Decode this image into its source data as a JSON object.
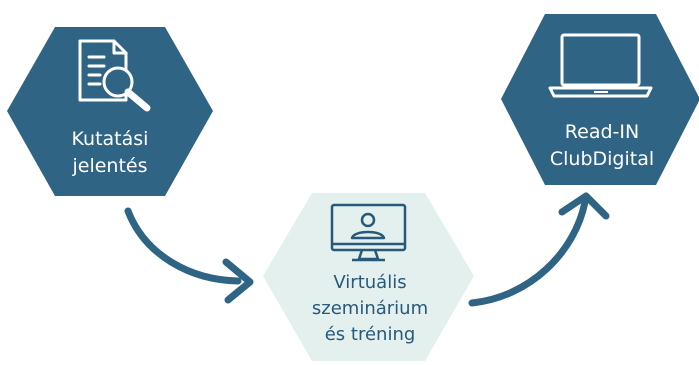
{
  "colors": {
    "primary": "#2f6484",
    "light": "#e3f0ee",
    "arrow": "#2f6484",
    "icon_light": "#ffffff",
    "icon_dark": "#27597a"
  },
  "nodes": [
    {
      "id": "kutatasi",
      "lines": [
        "Kutatási",
        "jelentés"
      ],
      "icon": "document-search-icon",
      "style": "primary"
    },
    {
      "id": "virtualis",
      "lines": [
        "Virtuális",
        "szeminárium",
        "és tréning"
      ],
      "icon": "video-conference-monitor-icon",
      "style": "light"
    },
    {
      "id": "readin",
      "lines": [
        "Read-IN",
        "ClubDigital"
      ],
      "icon": "laptop-icon",
      "style": "primary"
    }
  ]
}
